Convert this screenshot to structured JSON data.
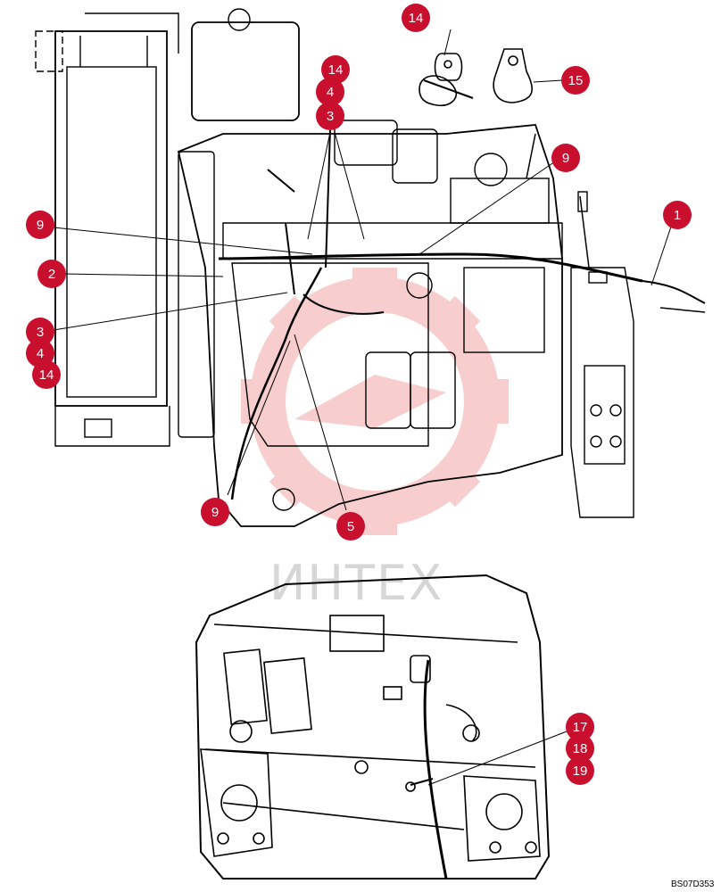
{
  "colors": {
    "callout": "#c8102e",
    "callout_text": "#ffffff",
    "linework": "#000000",
    "watermark": "#e02020"
  },
  "watermark": {
    "text": "ИНТЕХ"
  },
  "figure_code": "BS07D353",
  "callouts": [
    {
      "id": "c14a",
      "label": "14"
    },
    {
      "id": "c15",
      "label": "15"
    },
    {
      "id": "c14b",
      "label": "14"
    },
    {
      "id": "c4a",
      "label": "4"
    },
    {
      "id": "c3a",
      "label": "3"
    },
    {
      "id": "c9a",
      "label": "9"
    },
    {
      "id": "c1",
      "label": "1"
    },
    {
      "id": "c9b",
      "label": "9"
    },
    {
      "id": "c2",
      "label": "2"
    },
    {
      "id": "c3b",
      "label": "3"
    },
    {
      "id": "c4b",
      "label": "4"
    },
    {
      "id": "c14c",
      "label": "14"
    },
    {
      "id": "c9c",
      "label": "9"
    },
    {
      "id": "c5",
      "label": "5"
    },
    {
      "id": "c17",
      "label": "17"
    },
    {
      "id": "c18",
      "label": "18"
    },
    {
      "id": "c19",
      "label": "19"
    }
  ]
}
